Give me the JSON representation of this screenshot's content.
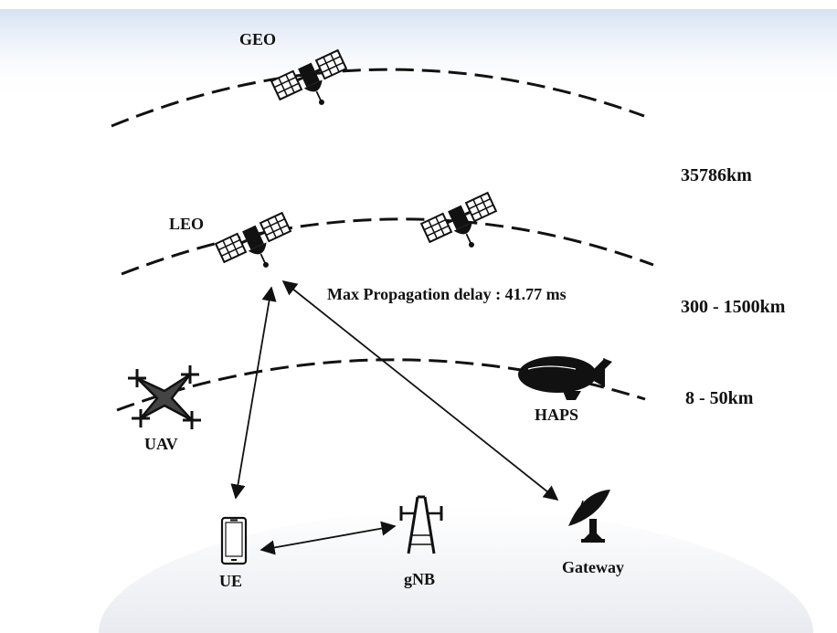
{
  "orbits": {
    "geo": {
      "label": "GEO",
      "altitude": "35786km"
    },
    "leo": {
      "label": "LEO",
      "altitude": "300 - 1500km"
    },
    "haps": {
      "label": "HAPS",
      "altitude": "8 - 50km"
    }
  },
  "nodes": {
    "uav": {
      "label": "UAV"
    },
    "ue": {
      "label": "UE"
    },
    "gnb": {
      "label": "gNB"
    },
    "gateway": {
      "label": "Gateway"
    }
  },
  "annotation": {
    "delay": "Max Propagation delay : 41.77 ms"
  },
  "colors": {
    "sky_top": "#dbe5f5",
    "ground": "#eef0f4",
    "line": "#111111",
    "icon": "#1a1a1a",
    "drone_fill": "#444444"
  },
  "icons": [
    "satellite-icon",
    "drone-icon",
    "airship-icon",
    "phone-icon",
    "tower-icon",
    "dish-icon"
  ]
}
